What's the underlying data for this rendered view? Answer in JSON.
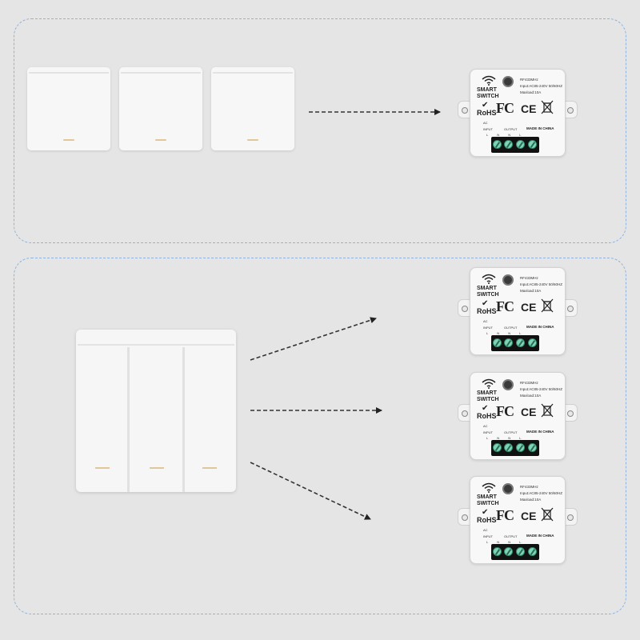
{
  "module": {
    "title": "SMART SWITCH",
    "rohs": "RoHS",
    "fc": "FC",
    "ce": "CE",
    "freq": "RF433MHz",
    "input": "Input:AC85-240V 50/60HZ",
    "maxload": "Maxload:10A",
    "made": "MADE IN CHINA",
    "input_label": "INPUT",
    "output_label": "OUTPUT",
    "ac_label": "AC",
    "terminal_letters": "L N N L"
  },
  "icons": {
    "wifi": "wifi-icon",
    "check": "check-icon",
    "weee": "crossed-bin-icon",
    "arrow": "arrow-icon"
  },
  "colors": {
    "background": "#e5e5e5",
    "panel_border": "#8fb3dc",
    "screw_green": "#7fd4b6",
    "led_amber": "#e0c79a"
  }
}
